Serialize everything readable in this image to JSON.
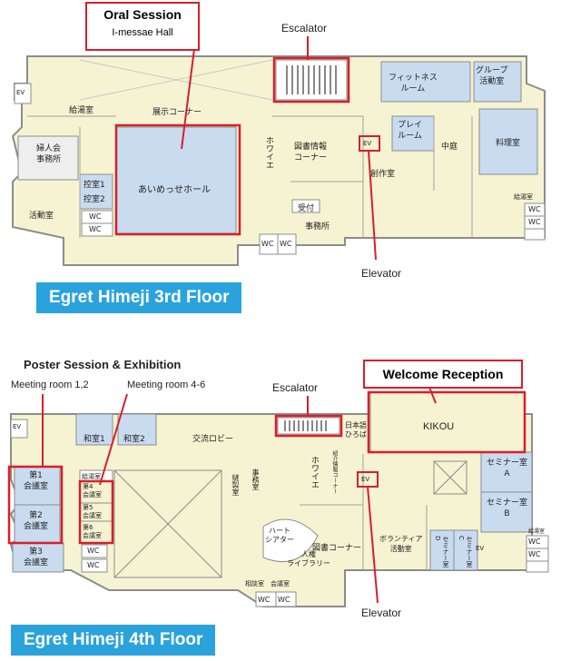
{
  "floor3": {
    "banner": "Egret Himeji 3rd Floor",
    "oral_session": "Oral Session",
    "hall_name": "I-messae Hall",
    "escalator": "Escalator",
    "elevator": "Elevator",
    "rooms": {
      "ev": "EV",
      "kyutoshitsu": "給湯室",
      "tenji": "展示コーナー",
      "fujinkai": "婦人会\n事務所",
      "hikae1": "控室1",
      "hikae2": "控室2",
      "katsudo": "活動室",
      "wc": "WC",
      "aimesse": "あいめっせホール",
      "foyer": "ホワイエ",
      "toshojoho": "図書情報\nコーナー",
      "uketsuke": "受付",
      "jimushitsu": "事務所",
      "sosaku": "創作室",
      "play": "プレイ\nルーム",
      "nakaniwa": "中庭",
      "fitness": "フィットネス\nルーム",
      "group": "グループ\n活動室",
      "ryori": "料理室"
    }
  },
  "floor4": {
    "banner": "Egret Himeji 4th Floor",
    "poster": "Poster Session & Exhibition",
    "meeting12": "Meeting room 1,2",
    "meeting46": "Meeting room 4-6",
    "escalator": "Escalator",
    "welcome": "Welcome Reception",
    "elevator": "Elevator",
    "rooms": {
      "ev": "EV",
      "washitsu1": "和室1",
      "washitsu2": "和室2",
      "koryu": "交流ロビー",
      "nihongo": "日本語\nひろば",
      "kikou": "KIKOU",
      "kaigi1": "第1\n会議室",
      "kaigi2": "第2\n会議室",
      "kaigi3": "第3\n会議室",
      "kyutoshitsu": "給湯室",
      "kaigi4": "第4\n会議室",
      "kaigi5": "第5\n会議室",
      "kaigi6": "第6\n会議室",
      "wc": "WC",
      "nuigurumi": "縫製室",
      "jimushitsu": "事務室",
      "foyer": "ホワイエ",
      "seminar_a": "セミナー室\nA",
      "seminar_b": "セミナー室\nB",
      "heart": "ハート\nシアター",
      "jinken": "人権\nライブラリー",
      "tosho": "図書コーナー",
      "volunteer": "ボランティア\n活動室",
      "seminar_d": "セミナー室\nD",
      "seminar_c": "セミナー室\nC",
      "sodan": "相談室",
      "kaigishitsu": "会議室",
      "kikaku": "紹介情報コーナー"
    }
  },
  "colors": {
    "floor_fill": "#f6f3d2",
    "wall": "#8c8c8c",
    "room_blue": "#c9dbef",
    "highlight": "#d81e2c",
    "banner": "#2aa3dc"
  }
}
